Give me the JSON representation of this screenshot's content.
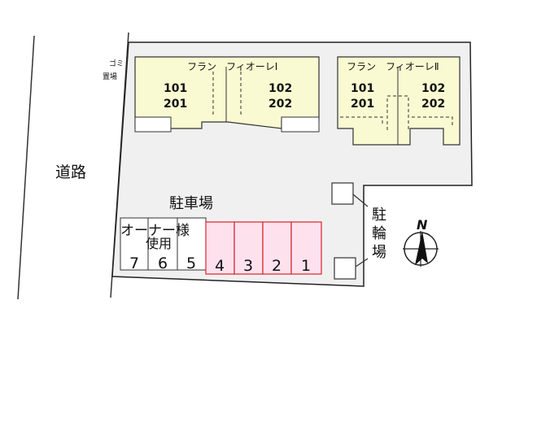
{
  "road_label": "道路",
  "garbage_label": [
    "ゴミ",
    "置場"
  ],
  "building_1": {
    "name": "フラン　フィオーレⅠ",
    "left_units": [
      "101",
      "201"
    ],
    "right_units": [
      "102",
      "202"
    ]
  },
  "building_2": {
    "name": "フラン　フィオーレⅡ",
    "left_units": [
      "101",
      "201"
    ],
    "right_units": [
      "102",
      "202"
    ]
  },
  "parking_label": "駐車場",
  "owner_label": [
    "オーナー様",
    "使用"
  ],
  "parking_spaces": [
    "7",
    "6",
    "5",
    "4",
    "3",
    "2",
    "1"
  ],
  "bicycle_parking_label": [
    "駐",
    "輪",
    "場"
  ],
  "north_label": "N",
  "colors": {
    "building_fill": "#fafad2",
    "lot_fill": "#f0f0f0",
    "tenant_space_fill": "#fde2ee",
    "tenant_space_border": "#e0303a"
  }
}
